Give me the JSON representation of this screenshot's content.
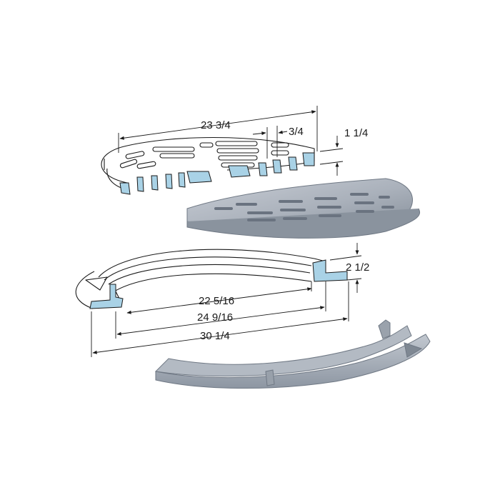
{
  "colors": {
    "background": "#ffffff",
    "line": "#1a1a1a",
    "section_fill": "#a9d2e6",
    "metal_light": "#c4cad2",
    "metal_mid": "#a3abb5",
    "metal_dark": "#7e8793"
  },
  "dimensions": {
    "grate_diameter": "23 3/4",
    "bar_spacing": "3/4",
    "grate_thickness": "1 1/4",
    "frame_height": "2 1/2",
    "clear_opening": "22 5/16",
    "seat_diameter": "24 9/16",
    "frame_outside_diameter": "30 1/4"
  }
}
